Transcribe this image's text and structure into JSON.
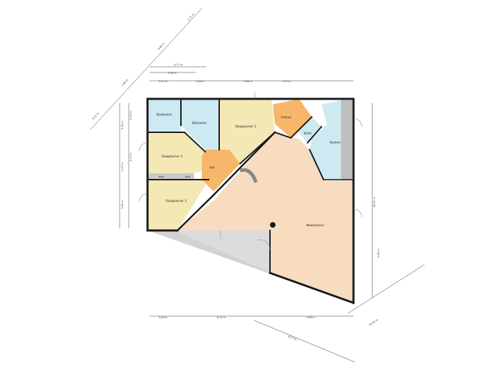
{
  "rooms": {
    "badkamer": "Badkamer",
    "bijkeuken": "Bijkeuken",
    "slaapkamer1": "Slaapkamer 1",
    "slaapkamer2": "Slaapkamer 2",
    "slaapkamer3": "Slaapkamer 3",
    "entree": "Entree",
    "toilet": "Toilet",
    "keuken": "Keuken",
    "hal": "Hal",
    "woonkamer": "Woonkamer",
    "kast1": "Kast",
    "kast2": "Kast"
  },
  "dimensions": {
    "top_overall": "4,11 m",
    "top_sub": "3,36 m",
    "top_a": "2,11 m",
    "top_b": "2,63 m",
    "top_c": "3,88 m",
    "top_d": "1,55 m",
    "diag_total": "4,68 m",
    "diag_a": "1,77 m",
    "diag_b": "1,90 m",
    "diag_c": "4,12 m",
    "left_a": "3,26 m",
    "left_b": "2,16 m",
    "left_c": "3,13 m",
    "left_d": "1,37 m",
    "left_e": "3,45 m",
    "bottom_a": "1,64 m",
    "bottom_b": "6,22 m",
    "bottom_c": "5,88 m",
    "right_total": "14,22 m",
    "right_sub": "2,89 m",
    "diag_bottom_a": "8,17 m",
    "diag_bottom_b": "10,42 m"
  },
  "colors": {
    "wall": "#1a1a1a",
    "bedroom": "#f4e9b5",
    "wet_room": "#cde9f1",
    "hall": "#f6b76a",
    "living": "#f7dcc0",
    "terrace": "#dcdcdc",
    "dim_line": "#333333"
  }
}
